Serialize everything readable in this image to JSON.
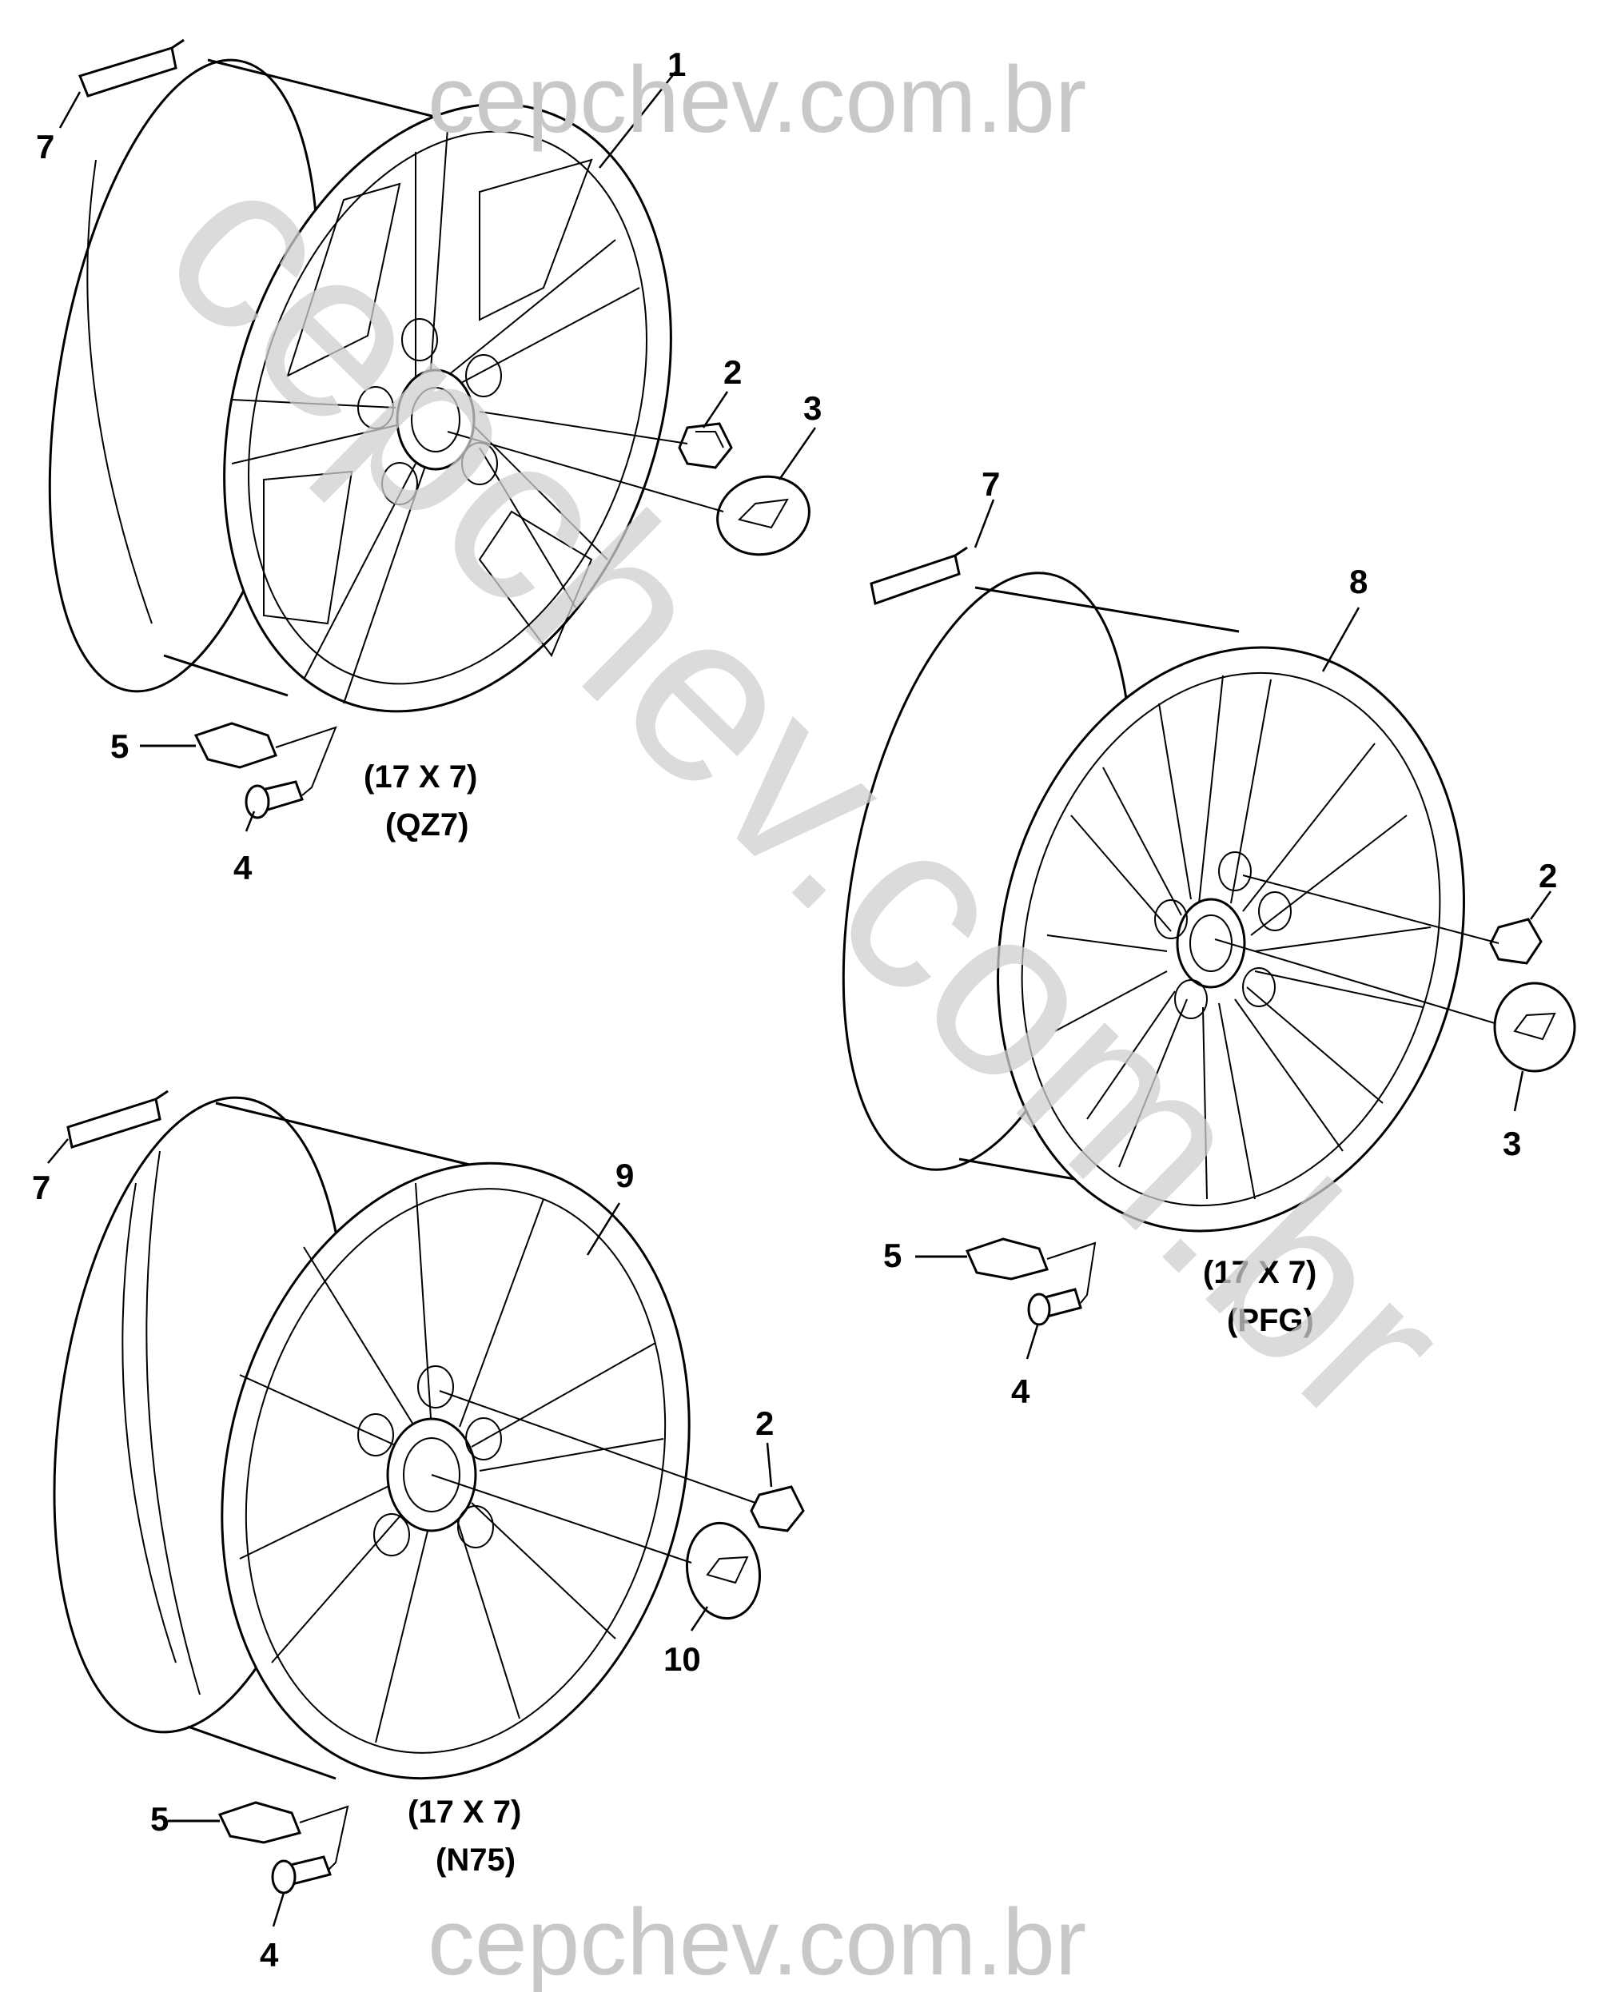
{
  "watermark": {
    "top": "cepchev.com.br",
    "bottom": "cepchev.com.br",
    "diagonal": "cepchev.com.br"
  },
  "specs": {
    "wheel_qz7": {
      "size": "(17 X 7)",
      "code": "(QZ7)"
    },
    "wheel_pfg": {
      "size": "(17 X 7)",
      "code": "(PFG)"
    },
    "wheel_n75": {
      "size": "(17 X 7)",
      "code": "(N75)"
    }
  },
  "callouts": {
    "c1": "1",
    "c2a": "2",
    "c3a": "3",
    "c4a": "4",
    "c5a": "5",
    "c7a": "7",
    "c8": "8",
    "c2b": "2",
    "c3b": "3",
    "c4b": "4",
    "c5b": "5",
    "c7b": "7",
    "c9": "9",
    "c2c": "2",
    "c10": "10",
    "c4c": "4",
    "c5c": "5",
    "c7c": "7"
  },
  "colors": {
    "line": "#000000",
    "watermark": "#c8c8c8"
  }
}
